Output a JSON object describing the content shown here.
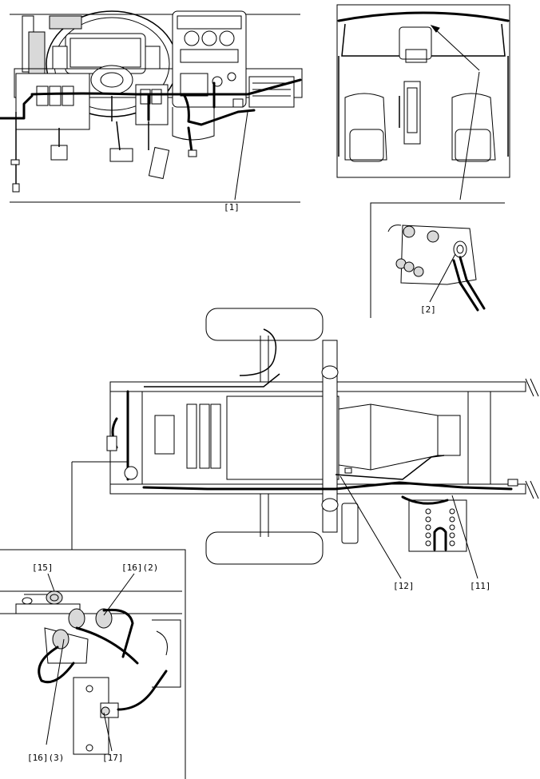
{
  "callouts": {
    "c1": "[1]",
    "c2": "[2]",
    "c11": "[11]",
    "c12": "[12]",
    "c15": "[15]",
    "c16_2": "[16](2)",
    "c16_3": "[16](3)",
    "c17": "[17]"
  },
  "colors": {
    "line": "#000000",
    "background": "#ffffff",
    "shade": "#d9d9d9"
  }
}
